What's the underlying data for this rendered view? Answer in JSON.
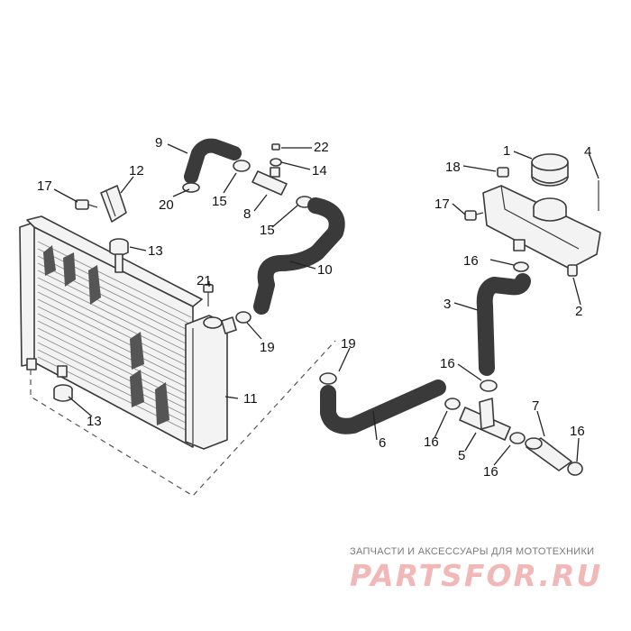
{
  "callouts": {
    "c1": "1",
    "c2": "2",
    "c3": "3",
    "c4": "4",
    "c5": "5",
    "c6": "6",
    "c7": "7",
    "c8": "8",
    "c9": "9",
    "c10": "10",
    "c11": "11",
    "c12": "12",
    "c13a": "13",
    "c13b": "13",
    "c14": "14",
    "c15a": "15",
    "c15b": "15",
    "c16a": "16",
    "c16b": "16",
    "c16c": "16",
    "c16d": "16",
    "c16e": "16",
    "c17a": "17",
    "c17b": "17",
    "c18": "18",
    "c19a": "19",
    "c19b": "19",
    "c20": "20",
    "c21": "21",
    "c22": "22"
  },
  "watermark": {
    "tagline": "ЗАПЧАСТИ И АКСЕССУАРЫ ДЛЯ МОТОТЕХНИКИ",
    "logo": "PARTSFOR.RU"
  },
  "colors": {
    "line": "#3a3a3a",
    "logo": "#f2b8b8",
    "tagline": "#7a7a7a"
  }
}
